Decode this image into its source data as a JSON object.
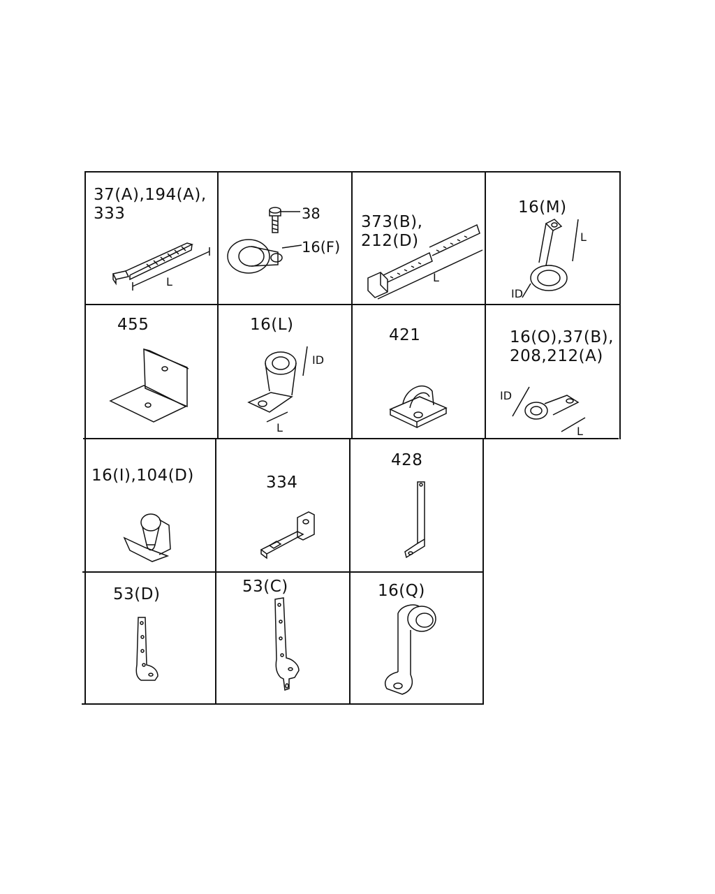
{
  "cells": [
    {
      "id": "r1c1",
      "label": "37(A),194(A),\n333",
      "dims": [
        "L"
      ]
    },
    {
      "id": "r1c2",
      "label": "",
      "callouts": [
        "38",
        "16(F)"
      ]
    },
    {
      "id": "r1c3",
      "label": "373(B),\n212(D)",
      "dims": [
        "L"
      ]
    },
    {
      "id": "r1c4",
      "label": "16(M)",
      "dims": [
        "L",
        "ID"
      ]
    },
    {
      "id": "r2c1",
      "label": "455"
    },
    {
      "id": "r2c2",
      "label": "16(L)",
      "dims": [
        "ID",
        "L"
      ]
    },
    {
      "id": "r2c3",
      "label": "421"
    },
    {
      "id": "r2c4",
      "label": "16(O),37(B),\n208,212(A)",
      "dims": [
        "ID",
        "L"
      ]
    },
    {
      "id": "r3c1",
      "label": "16(I),104(D)"
    },
    {
      "id": "r3c2",
      "label": "334"
    },
    {
      "id": "r3c3",
      "label": "428"
    },
    {
      "id": "r4c1",
      "label": "53(D)"
    },
    {
      "id": "r4c2",
      "label": "53(C)"
    },
    {
      "id": "r4c3",
      "label": "16(Q)"
    }
  ]
}
